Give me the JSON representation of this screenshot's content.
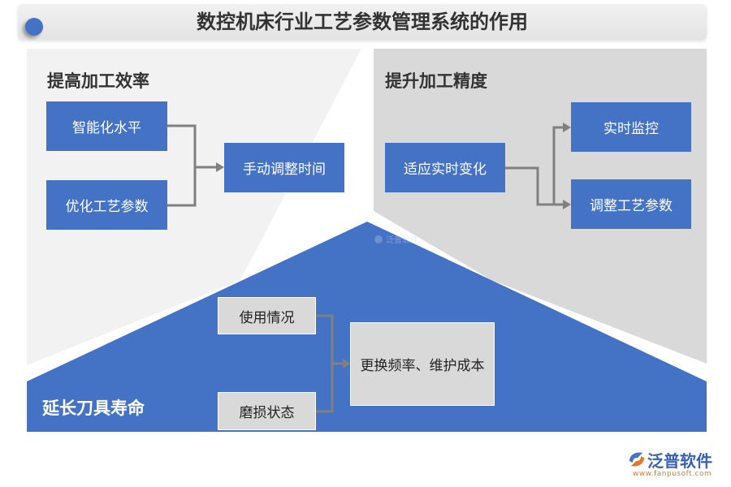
{
  "title": "数控机床行业工艺参数管理系统的作用",
  "colors": {
    "accent": "#4472c4",
    "panel_left": "#f2f2f2",
    "panel_right": "#d9d9d9",
    "box_gray": "#d9d9d9",
    "connector": "#808080"
  },
  "left": {
    "title": "提高加工效率",
    "inputs": [
      "智能化水平",
      "优化工艺参数"
    ],
    "output": "手动调整时间"
  },
  "right": {
    "title": "提升加工精度",
    "input": "适应实时变化",
    "outputs": [
      "实时监控",
      "调整工艺参数"
    ]
  },
  "bottom": {
    "title": "延长刀具寿命",
    "inputs": [
      "使用情况",
      "磨损状态"
    ],
    "output": "更换频率、维护成本"
  },
  "watermark": {
    "center_text": "泛普软件",
    "brand_text": "泛普软件",
    "url": "www.fanpusoft.com"
  }
}
